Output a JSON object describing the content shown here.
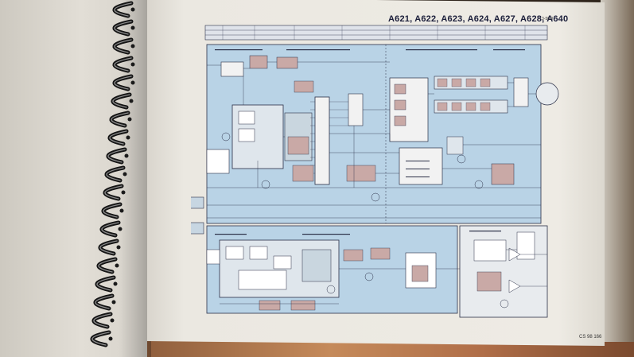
{
  "document": {
    "header_title": "A621, A622, A623, A624, A627, A628, A640",
    "page_ref": "3-50.0",
    "footer_code": "CS 98 166"
  },
  "colors": {
    "schematic_fill": "#b9d3e6",
    "ink": "#2a2f46",
    "component_pink": "#c9a9a6",
    "paper": "#ebe8e1"
  }
}
